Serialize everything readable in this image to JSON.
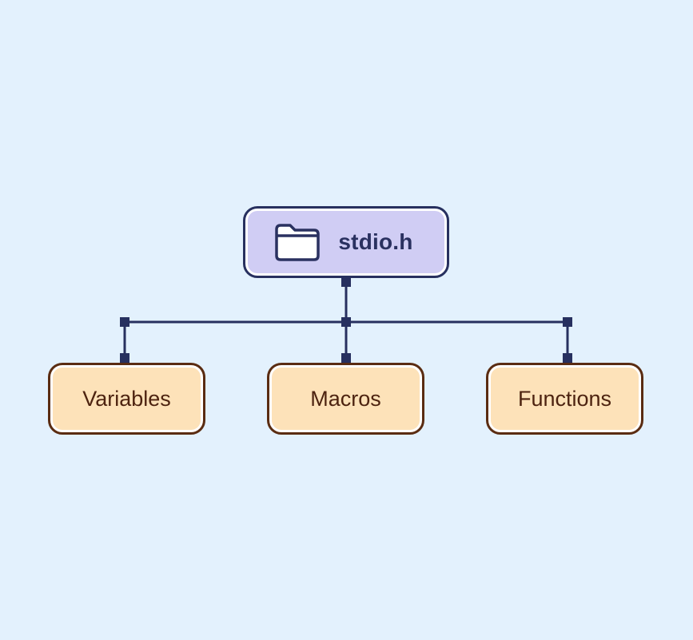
{
  "diagram": {
    "root": {
      "label": "stdio.h",
      "icon": "folder-icon"
    },
    "children": [
      {
        "label": "Variables"
      },
      {
        "label": "Macros"
      },
      {
        "label": "Functions"
      }
    ],
    "colors": {
      "background": "#e3f1fd",
      "root_fill": "#d0cdf4",
      "root_border": "#27305f",
      "child_fill": "#fde2b9",
      "child_border": "#5a2c12",
      "connector": "#27305f"
    }
  }
}
